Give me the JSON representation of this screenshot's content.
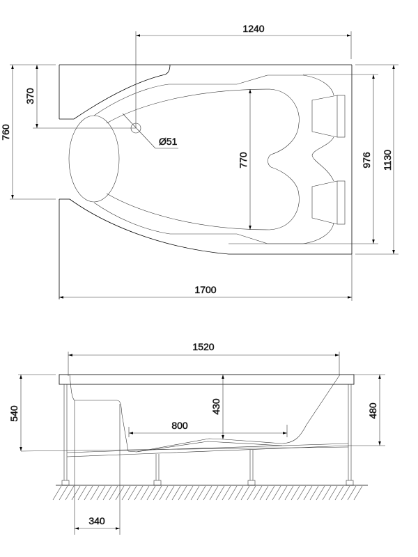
{
  "top_view": {
    "dimensions": {
      "drain_offset_length": "1240",
      "drain_offset_width": "370",
      "seat_width": "760",
      "drain_diameter": "Ø51",
      "basin_width": "770",
      "inner_width": "976",
      "overall_width": "1130",
      "overall_length": "1700"
    }
  },
  "side_view": {
    "dimensions": {
      "inner_length": "1520",
      "overall_height": "540",
      "basin_depth": "430",
      "bottom_length": "800",
      "rim_height": "480",
      "backrest_offset": "340"
    }
  }
}
